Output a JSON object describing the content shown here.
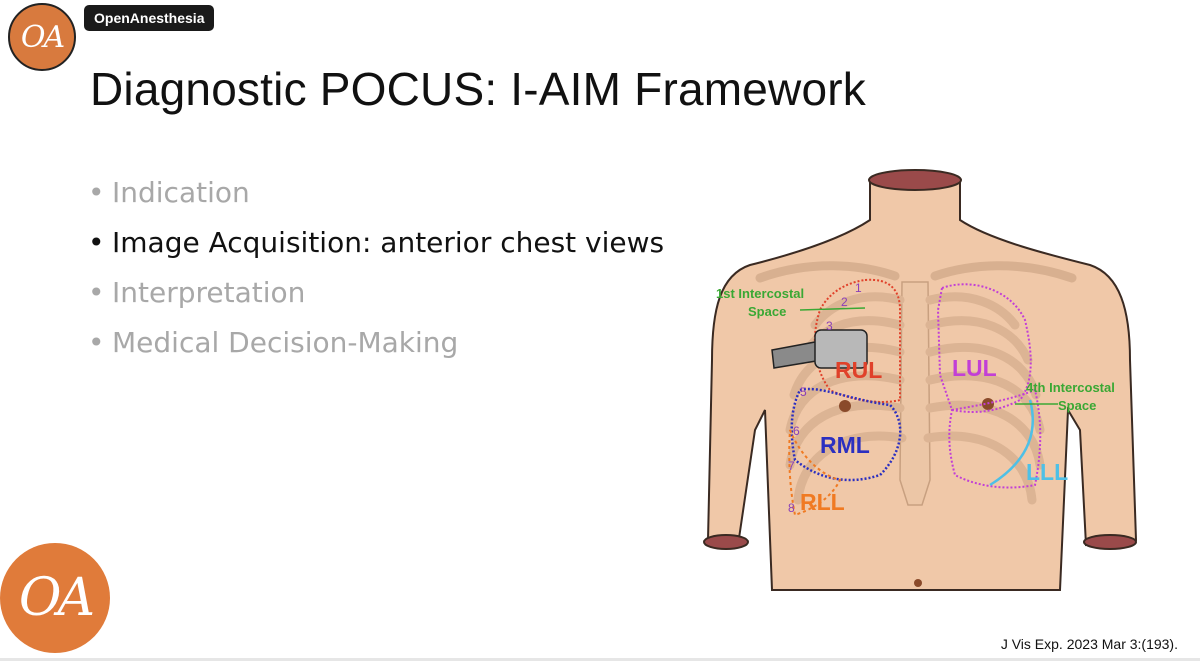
{
  "overlay": {
    "badge_initials": "OA",
    "channel_name": "OpenAnesthesia"
  },
  "slide": {
    "title": "Diagnostic POCUS: I-AIM Framework",
    "bullets": [
      {
        "text": "Indication",
        "state": "dim"
      },
      {
        "text": "Image Acquisition: anterior chest views",
        "state": "active"
      },
      {
        "text": "Interpretation",
        "state": "dim"
      },
      {
        "text": "Medical Decision-Making",
        "state": "dim"
      }
    ],
    "bullet_glyph": "•",
    "citation": "J Vis Exp. 2023 Mar 3:(193).",
    "logo_initials": "OA"
  },
  "diagram": {
    "labels": {
      "first_intercostal_line1": "1st Intercostal",
      "first_intercostal_line2": "Space",
      "fourth_intercostal_line1": "4th Intercostal",
      "fourth_intercostal_line2": "Space",
      "rul": "RUL",
      "rml": "RML",
      "rll": "RLL",
      "lul": "LUL",
      "lll": "LLL"
    },
    "rib_numbers": [
      "1",
      "2",
      "3",
      "5",
      "6",
      "7",
      "8"
    ],
    "colors": {
      "skin": "#f0c8a8",
      "rib": "#ecc6a6",
      "rul": "#e0412a",
      "rml": "#2b2fc0",
      "rll": "#f07a22",
      "lul": "#c23fd6",
      "lll": "#4ec0e6",
      "intercostal": "#3aa834",
      "rib_number": "#8a3fb8",
      "accent": "#d87a3e"
    }
  }
}
